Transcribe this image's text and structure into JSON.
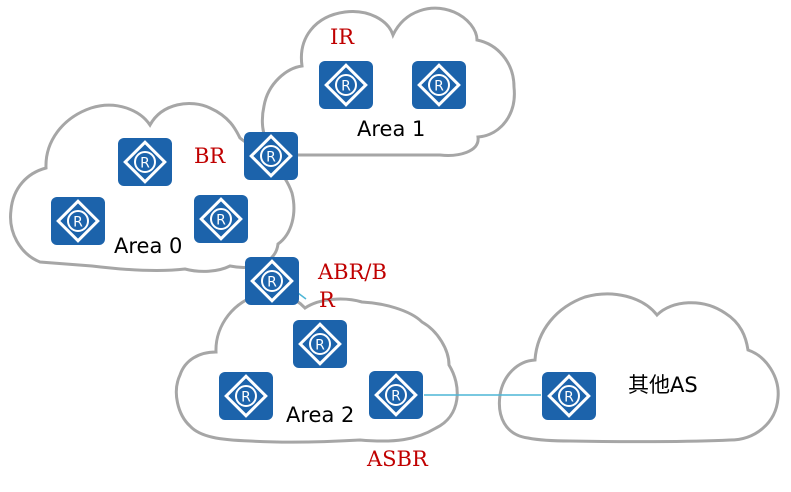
{
  "areas": {
    "area1": "Area 1",
    "area0": "Area 0",
    "area2": "Area 2",
    "other_as": "其他AS"
  },
  "roles": {
    "ir": "IR",
    "br": "BR",
    "abr_br_line1": "ABR/B",
    "abr_br_line2": "R",
    "asbr": "ASBR"
  },
  "router_glyph": "R",
  "colors": {
    "router": "#1c63ab",
    "cloud_stroke": "#a6a6a6",
    "role_text": "#c00000",
    "link": "#4db6d6"
  },
  "icons": {
    "router": "router-icon"
  }
}
